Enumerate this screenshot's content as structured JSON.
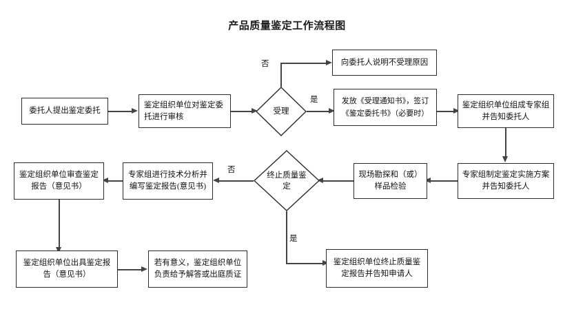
{
  "document": {
    "title": "产品质量鉴定工作流程图",
    "type": "flowchart",
    "ink_color": "#2a2a2a",
    "connector_color": "#444444",
    "background": "#ffffff"
  },
  "nodes": [
    {
      "id": "n1",
      "shape": "rect",
      "label": "委托人提出鉴定委托"
    },
    {
      "id": "n2",
      "shape": "rect",
      "label": "鉴定组织单位对鉴定委托进行审核"
    },
    {
      "id": "d1",
      "shape": "diamond",
      "label": "受理"
    },
    {
      "id": "n3",
      "shape": "rect",
      "label": "向委托人说明不受理原因"
    },
    {
      "id": "n4",
      "shape": "rect",
      "label": "发放《受理通知书》，签订《鉴定委托书》（必要时）"
    },
    {
      "id": "n5",
      "shape": "rect",
      "label": "鉴定组织单位组成专家组并告知委托人"
    },
    {
      "id": "n6",
      "shape": "rect",
      "label": "专家组制定鉴定实施方案并告知委托人"
    },
    {
      "id": "n7",
      "shape": "rect",
      "label": "现场勘探和（或）样品检验"
    },
    {
      "id": "d2",
      "shape": "diamond",
      "label": "终止质量鉴定"
    },
    {
      "id": "n8",
      "shape": "rect",
      "label": "专家组进行技术分析并编写鉴定报告(意见书)"
    },
    {
      "id": "n9",
      "shape": "rect",
      "label": "鉴定组织单位审查鉴定报告（意见书）"
    },
    {
      "id": "n10",
      "shape": "rect",
      "label": "鉴定组织单位出具鉴定报告（意见书）"
    },
    {
      "id": "n11",
      "shape": "rect",
      "label": "若有意义，鉴定组织单位负责给予解答或出庭质证"
    },
    {
      "id": "n12",
      "shape": "rect",
      "label": "鉴定组织单位终止质量鉴定报告并告知申请人"
    }
  ],
  "edge_labels": {
    "accept_no": "否",
    "accept_yes": "是",
    "terminate_no": "否",
    "terminate_yes": "是"
  },
  "edges": [
    {
      "from": "n1",
      "to": "n2",
      "label": ""
    },
    {
      "from": "n2",
      "to": "d1",
      "label": ""
    },
    {
      "from": "d1",
      "to": "n3",
      "label": "否"
    },
    {
      "from": "d1",
      "to": "n4",
      "label": "是"
    },
    {
      "from": "n4",
      "to": "n5",
      "label": ""
    },
    {
      "from": "n5",
      "to": "n6",
      "label": ""
    },
    {
      "from": "n6",
      "to": "n7",
      "label": ""
    },
    {
      "from": "n7",
      "to": "d2",
      "label": ""
    },
    {
      "from": "d2",
      "to": "n8",
      "label": "否"
    },
    {
      "from": "n8",
      "to": "n9",
      "label": ""
    },
    {
      "from": "n9",
      "to": "n10",
      "label": ""
    },
    {
      "from": "n10",
      "to": "n11",
      "label": ""
    },
    {
      "from": "d2",
      "to": "n12",
      "label": "是"
    }
  ]
}
